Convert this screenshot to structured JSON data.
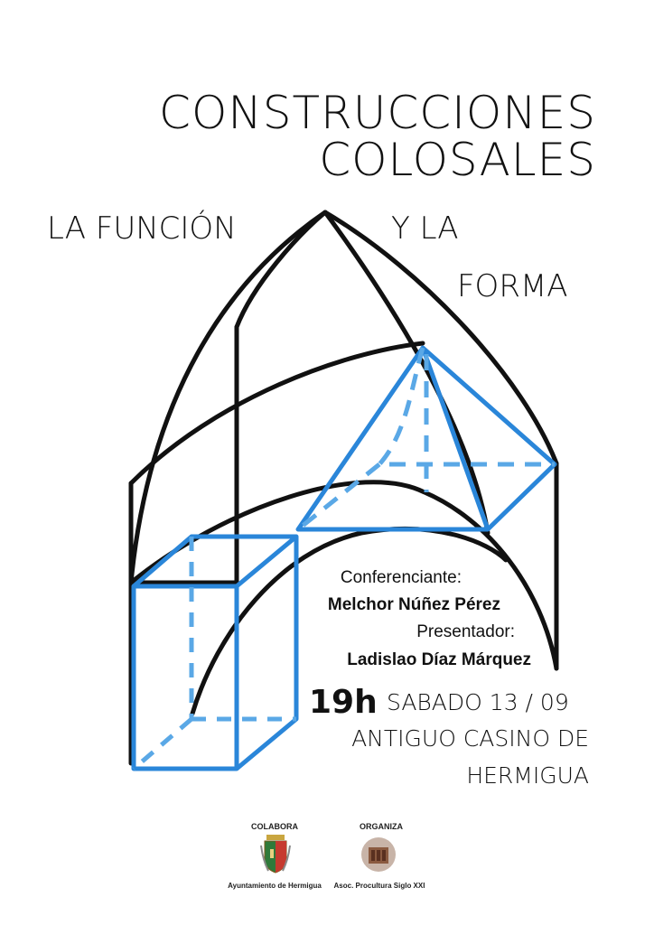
{
  "poster": {
    "title_line1": "CONSTRUCCIONES",
    "title_line2": "COLOSALES",
    "subtitle_part1": "LA FUNCIÓN",
    "subtitle_part2": "Y LA",
    "subtitle_part3": "FORMA",
    "speaker_role": "Conferenciante:",
    "speaker_name": "Melchor Núñez Pérez",
    "presenter_role": "Presentador:",
    "presenter_name": "Ladislao Díaz Márquez",
    "time": "19h",
    "date": "SABADO 13 / 09",
    "venue_line1": "ANTIGUO CASINO DE",
    "venue_line2": "HERMIGUA"
  },
  "footer": {
    "colabora_label": "COLABORA",
    "colabora_name": "Ayuntamiento de Hermigua",
    "colabora_logo": "coat-of-arms-icon",
    "organiza_label": "ORGANIZA",
    "organiza_name": "Asoc. Procultura Siglo XXI",
    "organiza_logo": "association-logo-icon"
  },
  "colors": {
    "black_line": "#111111",
    "blue_line": "#2a86d9",
    "blue_dashed": "#5aa8e6",
    "background": "#ffffff"
  }
}
